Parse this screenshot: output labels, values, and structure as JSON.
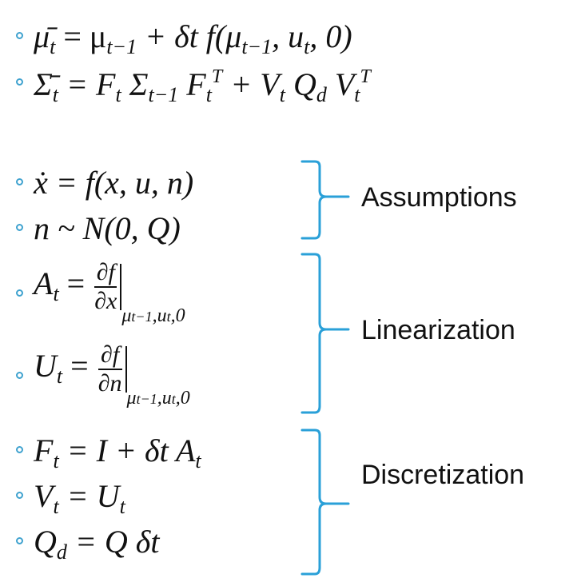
{
  "colors": {
    "accent": "#2aa0d8",
    "text": "#111111"
  },
  "equations": {
    "mu_bar": {
      "lhs": "μ̄",
      "lhs_sub": "t",
      "rhs_a": " = μ",
      "rhs_a_sub": "t−1",
      "rhs_b": " + δt f(μ",
      "rhs_b_sub": "t−1",
      "rhs_c": ", u",
      "rhs_c_sub": "t",
      "rhs_d": ", 0)"
    },
    "sigma_bar": {
      "lhs": "Σ̄",
      "lhs_sub": "t",
      "p1": " = F",
      "p1_sub": "t",
      "p2": " Σ",
      "p2_sub": "t−1",
      "p3": " F",
      "p3_sub": "t",
      "p3_sup": "T",
      "p4": " + V",
      "p4_sub": "t",
      "p5": " Q",
      "p5_sub": "d",
      "p6": " V",
      "p6_sub": "t",
      "p6_sup": "T"
    },
    "xdot": {
      "text": "ẋ = f(x, u, n)"
    },
    "noise": {
      "text": "n ~ N(0, Q)"
    },
    "A": {
      "lhs": "A",
      "lhs_sub": "t",
      "eq": " = ",
      "num": "∂f",
      "den": "∂x",
      "eval_a": "μ",
      "eval_a_sub": "t−1",
      "eval_b": ",u",
      "eval_b_sub": "t",
      "eval_c": ",0"
    },
    "U": {
      "lhs": "U",
      "lhs_sub": "t",
      "eq": " = ",
      "num": "∂f",
      "den": "∂n",
      "eval_a": "μ",
      "eval_a_sub": "t−1",
      "eval_b": ",u",
      "eval_b_sub": "t",
      "eval_c": ",0"
    },
    "F": {
      "lhs": "F",
      "lhs_sub": "t",
      "rhs": " = I + δt A",
      "rhs_sub": "t"
    },
    "V": {
      "lhs": "V",
      "lhs_sub": "t",
      "rhs": " = U",
      "rhs_sub": "t"
    },
    "Qd": {
      "lhs": "Q",
      "lhs_sub": "d",
      "rhs": " = Q δt"
    }
  },
  "groups": {
    "assumptions": "Assumptions",
    "linearization": "Linearization",
    "discretization": "Discretization"
  }
}
